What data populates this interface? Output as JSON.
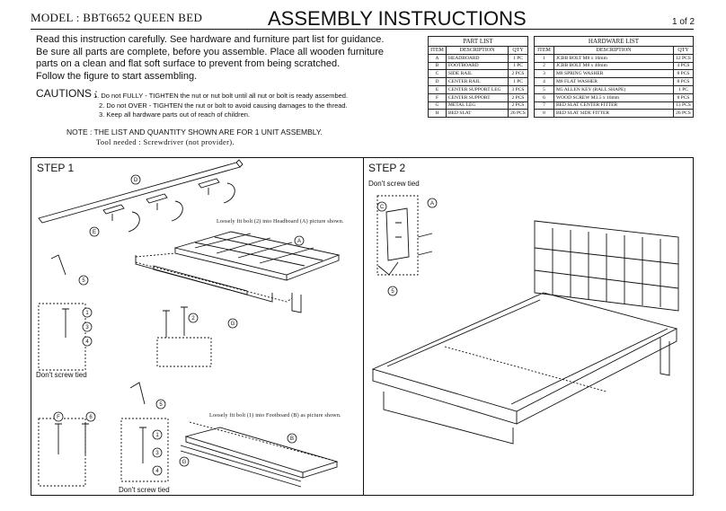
{
  "header": {
    "model": "MODEL :  BBT6652  QUEEN BED",
    "title": "ASSEMBLY INSTRUCTIONS",
    "page": "1 of 2"
  },
  "intro": {
    "lines": [
      "Read this instruction carefully. See hardware and furniture part list for guidance.",
      "Be sure all parts are complete, before you assemble. Place all wooden furniture",
      "parts on a clean and flat soft surface to prevent from being scratched.",
      "Follow the figure to start assembling."
    ]
  },
  "cautions": {
    "label": "CAUTIONS :",
    "items": [
      "1. Do not FULLY - TIGHTEN the nut or nut bolt until all nut or bolt is ready assembed.",
      "2. Do not OVER - TIGHTEN the nut or bolt to avoid causing damages to the thread.",
      "3. Keep all hardware parts out of reach of children."
    ]
  },
  "note": {
    "text": "NOTE : THE LIST AND QUANTITY SHOWN ARE FOR 1 UNIT ASSEMBLY.",
    "tools": "Tool needed : Screwdriver (not provider)."
  },
  "part_list": {
    "caption": "PART LIST",
    "headers": [
      "ITEM",
      "DESCRIPTION",
      "QTY"
    ],
    "rows": [
      [
        "A",
        "HEADBOARD",
        "1 PC"
      ],
      [
        "B",
        "FOOTBOARD",
        "1 PC"
      ],
      [
        "C",
        "SIDE RAIL",
        "2 PCS"
      ],
      [
        "D",
        "CENTER RAIL",
        "1 PC"
      ],
      [
        "E",
        "CENTER SUPPORT LEG",
        "3 PCS"
      ],
      [
        "F",
        "CENTER SUPPORT",
        "2 PCS"
      ],
      [
        "G",
        "METAL LEG",
        "2 PCS"
      ],
      [
        "H",
        "BED SLAT",
        "26 PCS"
      ]
    ]
  },
  "hardware_list": {
    "caption": "HARDWARE LIST",
    "headers": [
      "ITEM",
      "DESCRIPTION",
      "QTY"
    ],
    "rows": [
      [
        "1",
        "JCBB BOLT M8 x 16mm",
        "12 PCS"
      ],
      [
        "2",
        "JCBB BOLT M8 x 40mm",
        "4 PCS"
      ],
      [
        "3",
        "M8 SPRING WASHER",
        "8 PCS"
      ],
      [
        "4",
        "M8 FLAT WASHER",
        "8 PCS"
      ],
      [
        "5",
        "M5 ALLEN KEY (BALL SHAPE)",
        "1 PC"
      ],
      [
        "6",
        "WOOD SCREW M3.5 x 16mm",
        "8 PCS"
      ],
      [
        "7",
        "BED SLAT CENTER FITTER",
        "13 PCS"
      ],
      [
        "8",
        "BED SLAT SIDE FITTER",
        "26 PCS"
      ]
    ]
  },
  "step1": {
    "label": "STEP 1",
    "note_headboard": "Loosely fit bolt (2) into Headboard (A) picture shown.",
    "note_footboard": "Loosely fit bolt (1) into Footboard (B) as picture shown.",
    "dont_screw_1": "Don't screw tied",
    "dont_screw_2": "Don't screw tied",
    "callouts": [
      "D",
      "E",
      "A",
      "G",
      "5",
      "1",
      "2",
      "3",
      "4",
      "5",
      "F",
      "6",
      "1",
      "3",
      "4",
      "B",
      "G"
    ]
  },
  "step2": {
    "label": "STEP 2",
    "dont_screw": "Don't screw tied",
    "callouts": [
      "C",
      "A",
      "5"
    ]
  },
  "colors": {
    "ink": "#111111",
    "paper": "#ffffff",
    "dashed": "#444444"
  }
}
